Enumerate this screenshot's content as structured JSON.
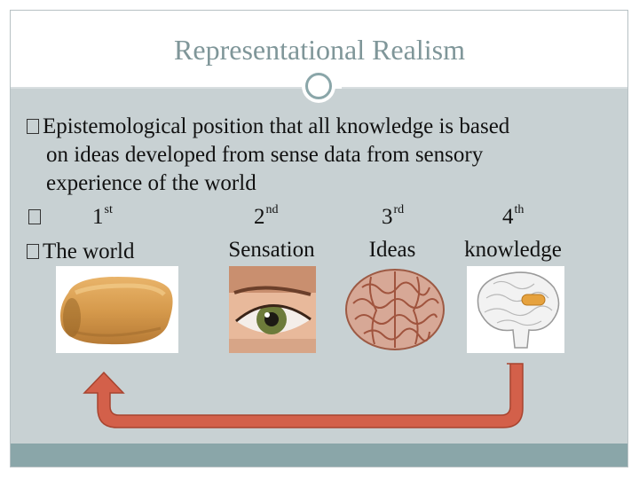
{
  "title": "Representational Realism",
  "bullet1": {
    "line1": "Epistemological position that all knowledge is based",
    "line2": "on ideas developed from sense data from sensory",
    "line3": "experience of the world"
  },
  "ordinals": [
    {
      "num": "1",
      "suffix": "st"
    },
    {
      "num": "2",
      "suffix": "nd"
    },
    {
      "num": "3",
      "suffix": "rd"
    },
    {
      "num": "4",
      "suffix": "th"
    }
  ],
  "labels": [
    "The world",
    "Sensation",
    "Ideas",
    "knowledge"
  ],
  "images": [
    "twinkie-cake-icon",
    "eye-icon",
    "brain-icon",
    "brain-with-twinkie-icon"
  ],
  "colors": {
    "title": "#7f9699",
    "body_band": "#c8d1d3",
    "footer_bar": "#8aa6a9",
    "arrow_fill": "#d3604a",
    "arrow_stroke": "#a8442f"
  }
}
